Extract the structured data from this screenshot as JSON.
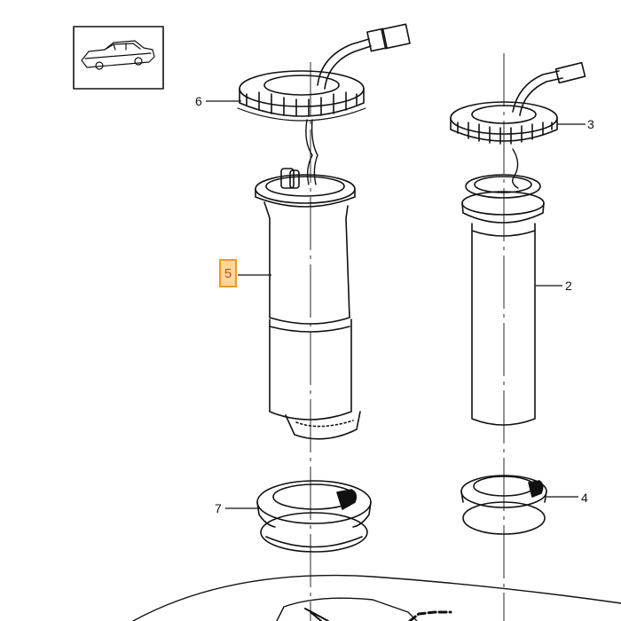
{
  "callouts": {
    "c2": "2",
    "c3": "3",
    "c4": "4",
    "c5": "5",
    "c6": "6",
    "c7": "7"
  },
  "colors": {
    "ink": "#111111",
    "highlight_fill": "#ffd598",
    "highlight_border": "#f29a1e"
  }
}
